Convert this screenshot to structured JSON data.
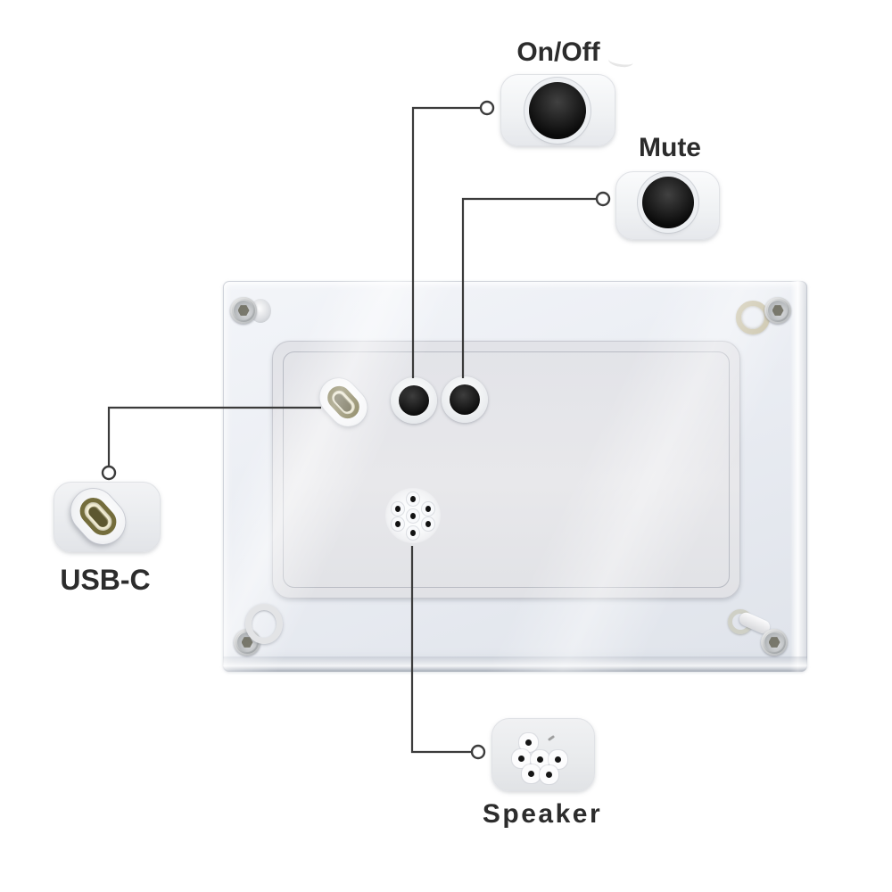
{
  "diagram": {
    "callouts": [
      {
        "id": "on-off",
        "label": "On/Off",
        "icon": "power-button-icon"
      },
      {
        "id": "mute",
        "label": "Mute",
        "icon": "mute-button-icon"
      },
      {
        "id": "usb-c",
        "label": "USB-C",
        "icon": "usb-c-port-icon"
      },
      {
        "id": "speaker",
        "label": "Speaker",
        "icon": "speaker-grille-icon"
      }
    ],
    "colors": {
      "connector_line": "#3b3b3b",
      "label_text": "#2c2c2c",
      "button_black": "#0d0d0d",
      "port_gold": "#6d6637",
      "panel_gray": "#e5e6ea",
      "acrylic_tint": "#eaedf3"
    }
  }
}
